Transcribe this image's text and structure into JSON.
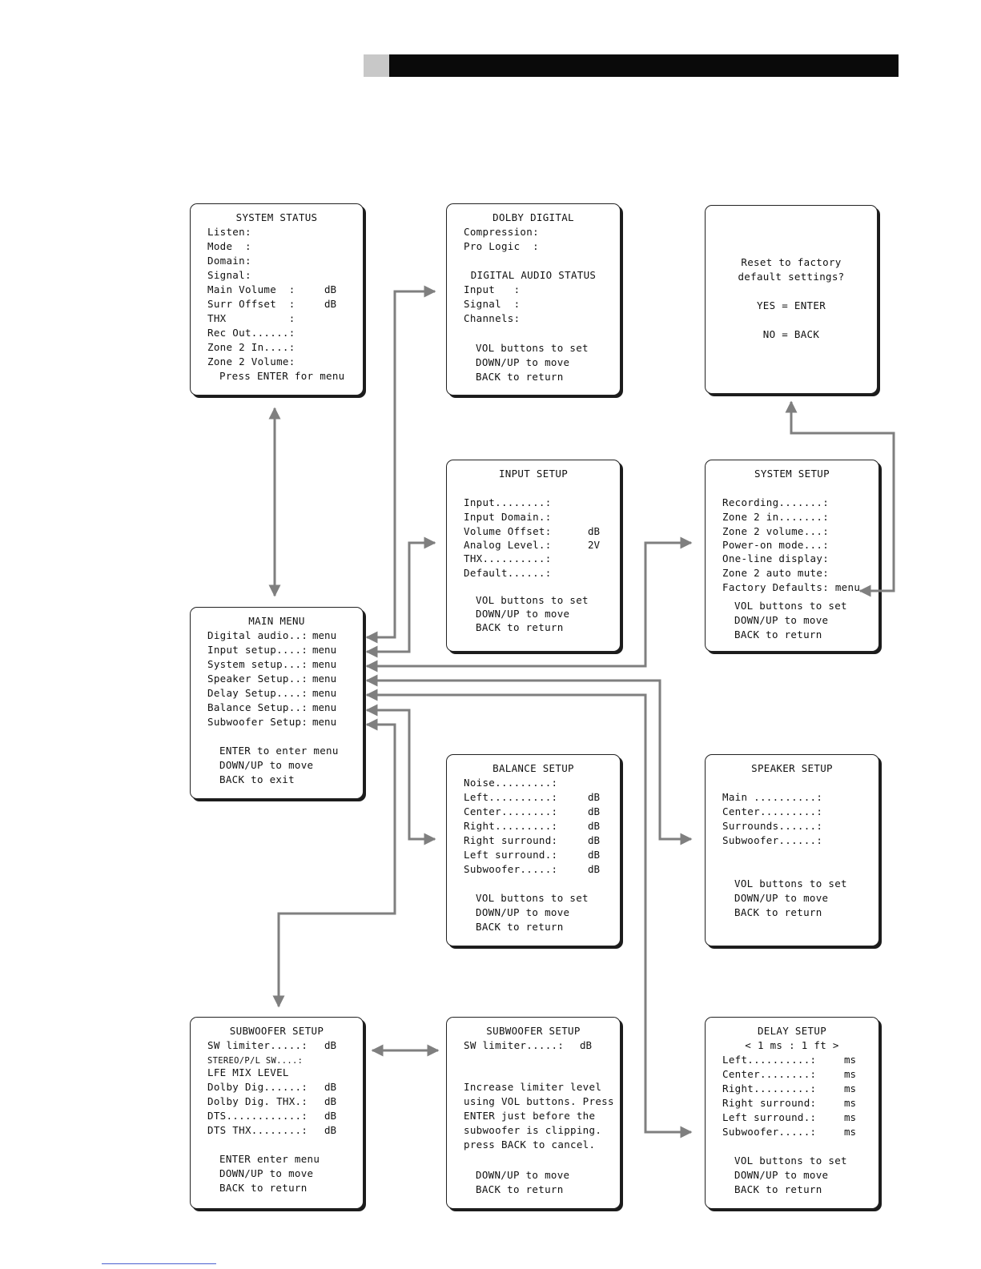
{
  "system_status": {
    "title": "SYSTEM STATUS",
    "rows": [
      "Listen:",
      "Mode  :",
      "Domain:",
      "Signal:"
    ],
    "main_volume": "Main Volume  :",
    "main_volume_unit": "dB",
    "surr_offset": "Surr Offset  :",
    "surr_offset_unit": "dB",
    "thx": "THX          :",
    "rows2": [
      "Rec Out......:",
      "Zone 2 In....:",
      "Zone 2 Volume:"
    ],
    "footer": "Press ENTER for menu"
  },
  "dolby_digital": {
    "title": "DOLBY DIGITAL",
    "rows": [
      "Compression:",
      "Pro Logic  :"
    ],
    "subtitle": "DIGITAL AUDIO STATUS",
    "rows2": [
      "Input   :",
      "Signal  :",
      "Channels:"
    ],
    "footer": [
      "VOL buttons to set",
      "DOWN/UP to move",
      "BACK to return"
    ]
  },
  "factory_reset": {
    "line1": "Reset to factory",
    "line2": "default settings?",
    "yes": "YES = ENTER",
    "no": "NO = BACK"
  },
  "input_setup": {
    "title": "INPUT SETUP",
    "rows": [
      "Input........:",
      "Input Domain.:",
      "Volume Offset:",
      "Analog Level.:",
      "THX..........:",
      "Default......:"
    ],
    "volume_offset_value": "dB",
    "analog_level_value": "2V",
    "footer": [
      "VOL buttons to set",
      "DOWN/UP to move",
      "BACK to return"
    ]
  },
  "system_setup": {
    "title": "SYSTEM SETUP",
    "rows": [
      "Recording.......:",
      "Zone 2 in.......:",
      "Zone 2 volume...:",
      "Power-on mode...:",
      "One-line display:",
      "Zone 2 auto mute:"
    ],
    "factory_defaults": "Factory Defaults: menu",
    "footer": [
      "VOL buttons to set",
      "DOWN/UP to move",
      "BACK to return"
    ]
  },
  "main_menu": {
    "title": "MAIN MENU",
    "items": [
      {
        "label": "Digital audio..:",
        "value": "menu"
      },
      {
        "label": "Input setup....:",
        "value": "menu"
      },
      {
        "label": "System setup...:",
        "value": "menu"
      },
      {
        "label": "Speaker Setup..:",
        "value": "menu"
      },
      {
        "label": "Delay Setup....:",
        "value": "menu"
      },
      {
        "label": "Balance Setup..:",
        "value": "menu"
      },
      {
        "label": "Subwoofer Setup:",
        "value": "menu"
      }
    ],
    "footer": [
      "ENTER to enter menu",
      "DOWN/UP to move",
      "BACK to exit"
    ]
  },
  "balance_setup": {
    "title": "BALANCE SETUP",
    "noise": "Noise.........:",
    "rows": [
      "Left..........:",
      "Center........:",
      "Right.........:",
      "Right surround:",
      "Left surround.:",
      "Subwoofer.....:"
    ],
    "unit": "dB",
    "footer": [
      "VOL buttons to set",
      "DOWN/UP to move",
      "BACK to return"
    ]
  },
  "speaker_setup": {
    "title": "SPEAKER SETUP",
    "rows": [
      "Main ..........:",
      "Center.........:",
      "Surrounds......:",
      "Subwoofer......:"
    ],
    "footer": [
      "VOL buttons to set",
      "DOWN/UP to move",
      "BACK to return"
    ]
  },
  "subwoofer_setup_1": {
    "title": "SUBWOOFER SETUP",
    "sw_limiter": "SW limiter.....:",
    "stereo_pl": "STEREO/P/L SW....:",
    "lfe": "LFE MIX LEVEL",
    "rows": [
      "Dolby Dig......:",
      "Dolby Dig. THX.:",
      "DTS............:",
      "DTS THX........:"
    ],
    "unit": "dB",
    "footer": [
      "ENTER enter menu",
      "DOWN/UP to move",
      "BACK to return"
    ]
  },
  "subwoofer_setup_2": {
    "title": "SUBWOOFER SETUP",
    "sw_limiter": "SW limiter.....:",
    "unit": "dB",
    "text": [
      "Increase limiter level",
      "using VOL buttons. Press",
      "ENTER just before the",
      "subwoofer is clipping.",
      "press BACK to cancel."
    ],
    "footer": [
      "DOWN/UP to move",
      "BACK to return"
    ]
  },
  "delay_setup": {
    "title": "DELAY SETUP",
    "subtitle": "< 1 ms : 1 ft >",
    "rows": [
      "Left..........:",
      "Center........:",
      "Right.........:",
      "Right surround:",
      "Left surround.:",
      "Subwoofer.....:"
    ],
    "unit": "ms",
    "footer": [
      "VOL buttons to set",
      "DOWN/UP to move",
      "BACK to return"
    ]
  },
  "colors": {
    "arrow": "#7f7f7f",
    "header_bar": "#0a0a0a",
    "header_tab": "#c8c8c8"
  }
}
